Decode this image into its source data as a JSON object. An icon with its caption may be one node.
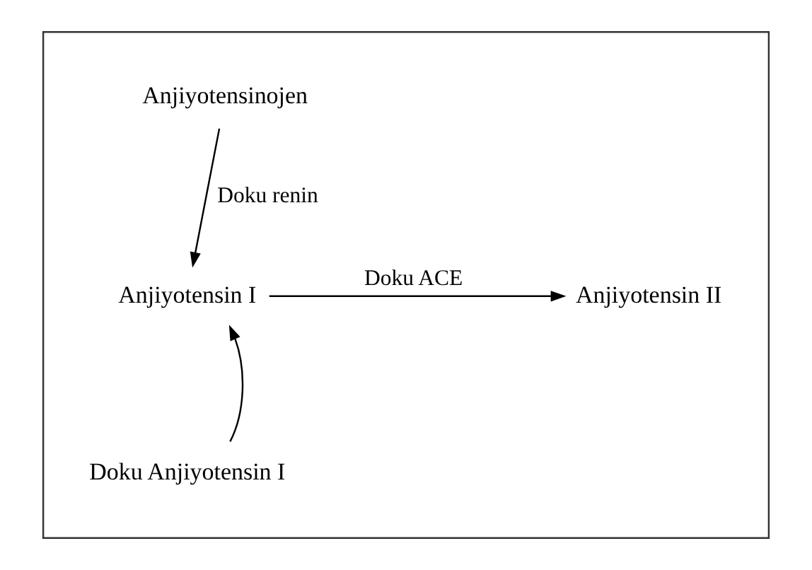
{
  "diagram": {
    "nodes": [
      {
        "text": [],
        "shape": "box"
      },
      {
        "text": [
          "Anjiyotensinojen"
        ],
        "in": 0
      },
      {
        "text": [
          "Anjiyotensin I"
        ],
        "in": 0
      },
      {
        "text": [
          "Anjiyotensin II"
        ],
        "in": 0
      },
      {
        "text": [
          "Doku Anjiyotensin I"
        ],
        "in": 0
      }
    ],
    "edges": [
      {
        "from": 1,
        "to": 2,
        "arrow": "to",
        "label": "Doku renin"
      },
      {
        "from": 2,
        "to": 3,
        "arrow": "to",
        "label": "Doku ACE"
      },
      {
        "from": 4,
        "to": 2,
        "arrow": "to"
      }
    ]
  }
}
